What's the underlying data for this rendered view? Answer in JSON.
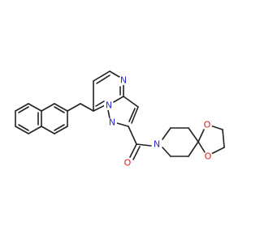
{
  "molecule": {
    "atoms": {
      "n_pyrimidine": {
        "symbol": "N",
        "color": "#2a2ad6"
      },
      "n_bridge": {
        "symbol": "N",
        "color": "#2a2ad6"
      },
      "n_pyrazole": {
        "symbol": "N",
        "color": "#2a2ad6"
      },
      "n_amide": {
        "symbol": "N",
        "color": "#2a2ad6"
      },
      "o_carbonyl": {
        "symbol": "O",
        "color": "#e01b1b"
      },
      "o_dioxolane_top": {
        "symbol": "O",
        "color": "#e01b1b"
      },
      "o_dioxolane_bottom": {
        "symbol": "O",
        "color": "#e01b1b"
      }
    },
    "bond_color": "#222222"
  }
}
